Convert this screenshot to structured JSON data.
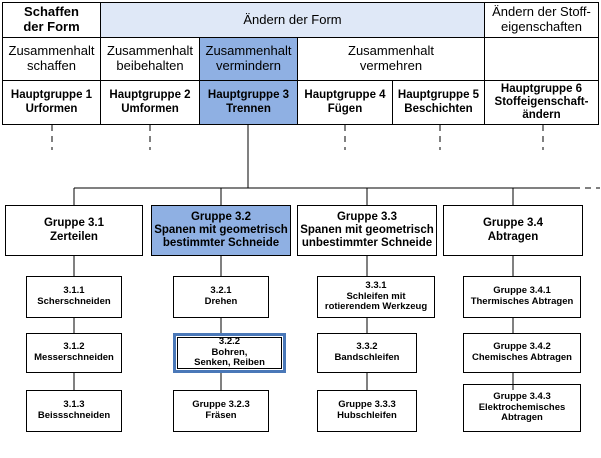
{
  "row1": {
    "c1": "Schaffen\nder Form",
    "c2": "Ändern der Form",
    "c3": "Ändern der Stoff-\neigenschaften"
  },
  "row2": {
    "c1": "Zusammenhalt\nschaffen",
    "c2": "Zusammenhalt\nbeibehalten",
    "c3": "Zusammenhalt\nvermindern",
    "c4": "Zusammenhalt\nvermehren"
  },
  "row3": [
    "Hauptgruppe 1\nUrformen",
    "Hauptgruppe 2\nUmformen",
    "Hauptgruppe 3\nTrennen",
    "Hauptgruppe 4\nFügen",
    "Hauptgruppe 5\nBeschichten",
    "Hauptgruppe 6\nStoffeigenschaft-\nändern"
  ],
  "groups": [
    "Gruppe 3.1\nZerteilen",
    "Gruppe 3.2\nSpanen mit geometrisch\nbestimmter Schneide",
    "Gruppe 3.3\nSpanen mit geometrisch\nunbestimmter Schneide",
    "Gruppe 3.4\nAbtragen"
  ],
  "subgroups": {
    "col1": [
      "3.1.1\nScherschneiden",
      "3.1.2\nMesserschneiden",
      "3.1.3\nBeissschneiden"
    ],
    "col2": [
      "3.2.1\nDrehen",
      "3.2.2\nBohren,\nSenken, Reiben",
      "Gruppe 3.2.3\nFräsen"
    ],
    "col3": [
      "3.3.1\nSchleifen mit\nrotierendem Werkzeug",
      "3.3.2\nBandschleifen",
      "Gruppe 3.3.3\nHubschleifen"
    ],
    "col4": [
      "Gruppe 3.4.1\nThermisches Abtragen",
      "Gruppe 3.4.2\nChemisches Abtragen",
      "Gruppe 3.4.3\nElektrochemisches\nAbtragen"
    ]
  },
  "colors": {
    "header_highlight": "#dfe8f7",
    "selected_fill": "#8fb0e3",
    "focus_border": "#4a78b8",
    "line": "#000000"
  }
}
